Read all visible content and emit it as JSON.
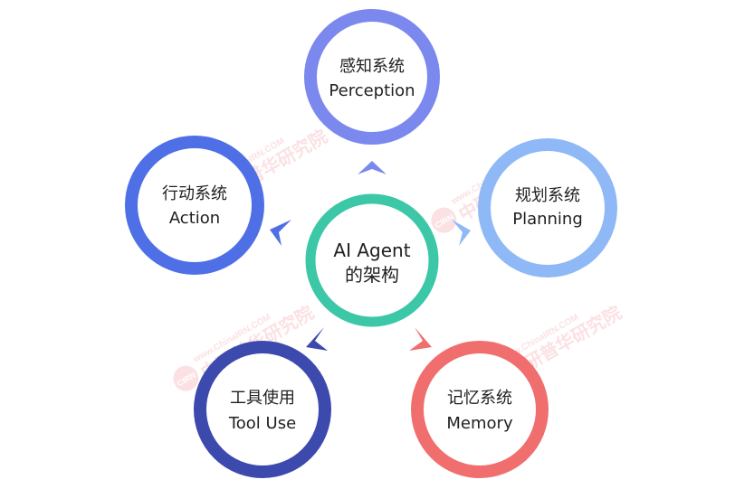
{
  "center": {
    "line1": "AI Agent",
    "line2": "的架构",
    "color": "#3cc7a7"
  },
  "nodes": [
    {
      "id": "perception",
      "zh": "感知系统",
      "en": "Perception",
      "color": "#7b88ee"
    },
    {
      "id": "planning",
      "zh": "规划系统",
      "en": "Planning",
      "color": "#8fb9f6"
    },
    {
      "id": "memory",
      "zh": "记忆系统",
      "en": "Memory",
      "color": "#f06e6e"
    },
    {
      "id": "tool-use",
      "zh": "工具使用",
      "en": "Tool Use",
      "color": "#3c4aae"
    },
    {
      "id": "action",
      "zh": "行动系统",
      "en": "Action",
      "color": "#4f6fe6"
    }
  ],
  "watermark": {
    "url": "www.ChinaIRN.COM",
    "name": "中研普华研究院",
    "badge": "CIRN",
    "color": "#e6434e"
  }
}
